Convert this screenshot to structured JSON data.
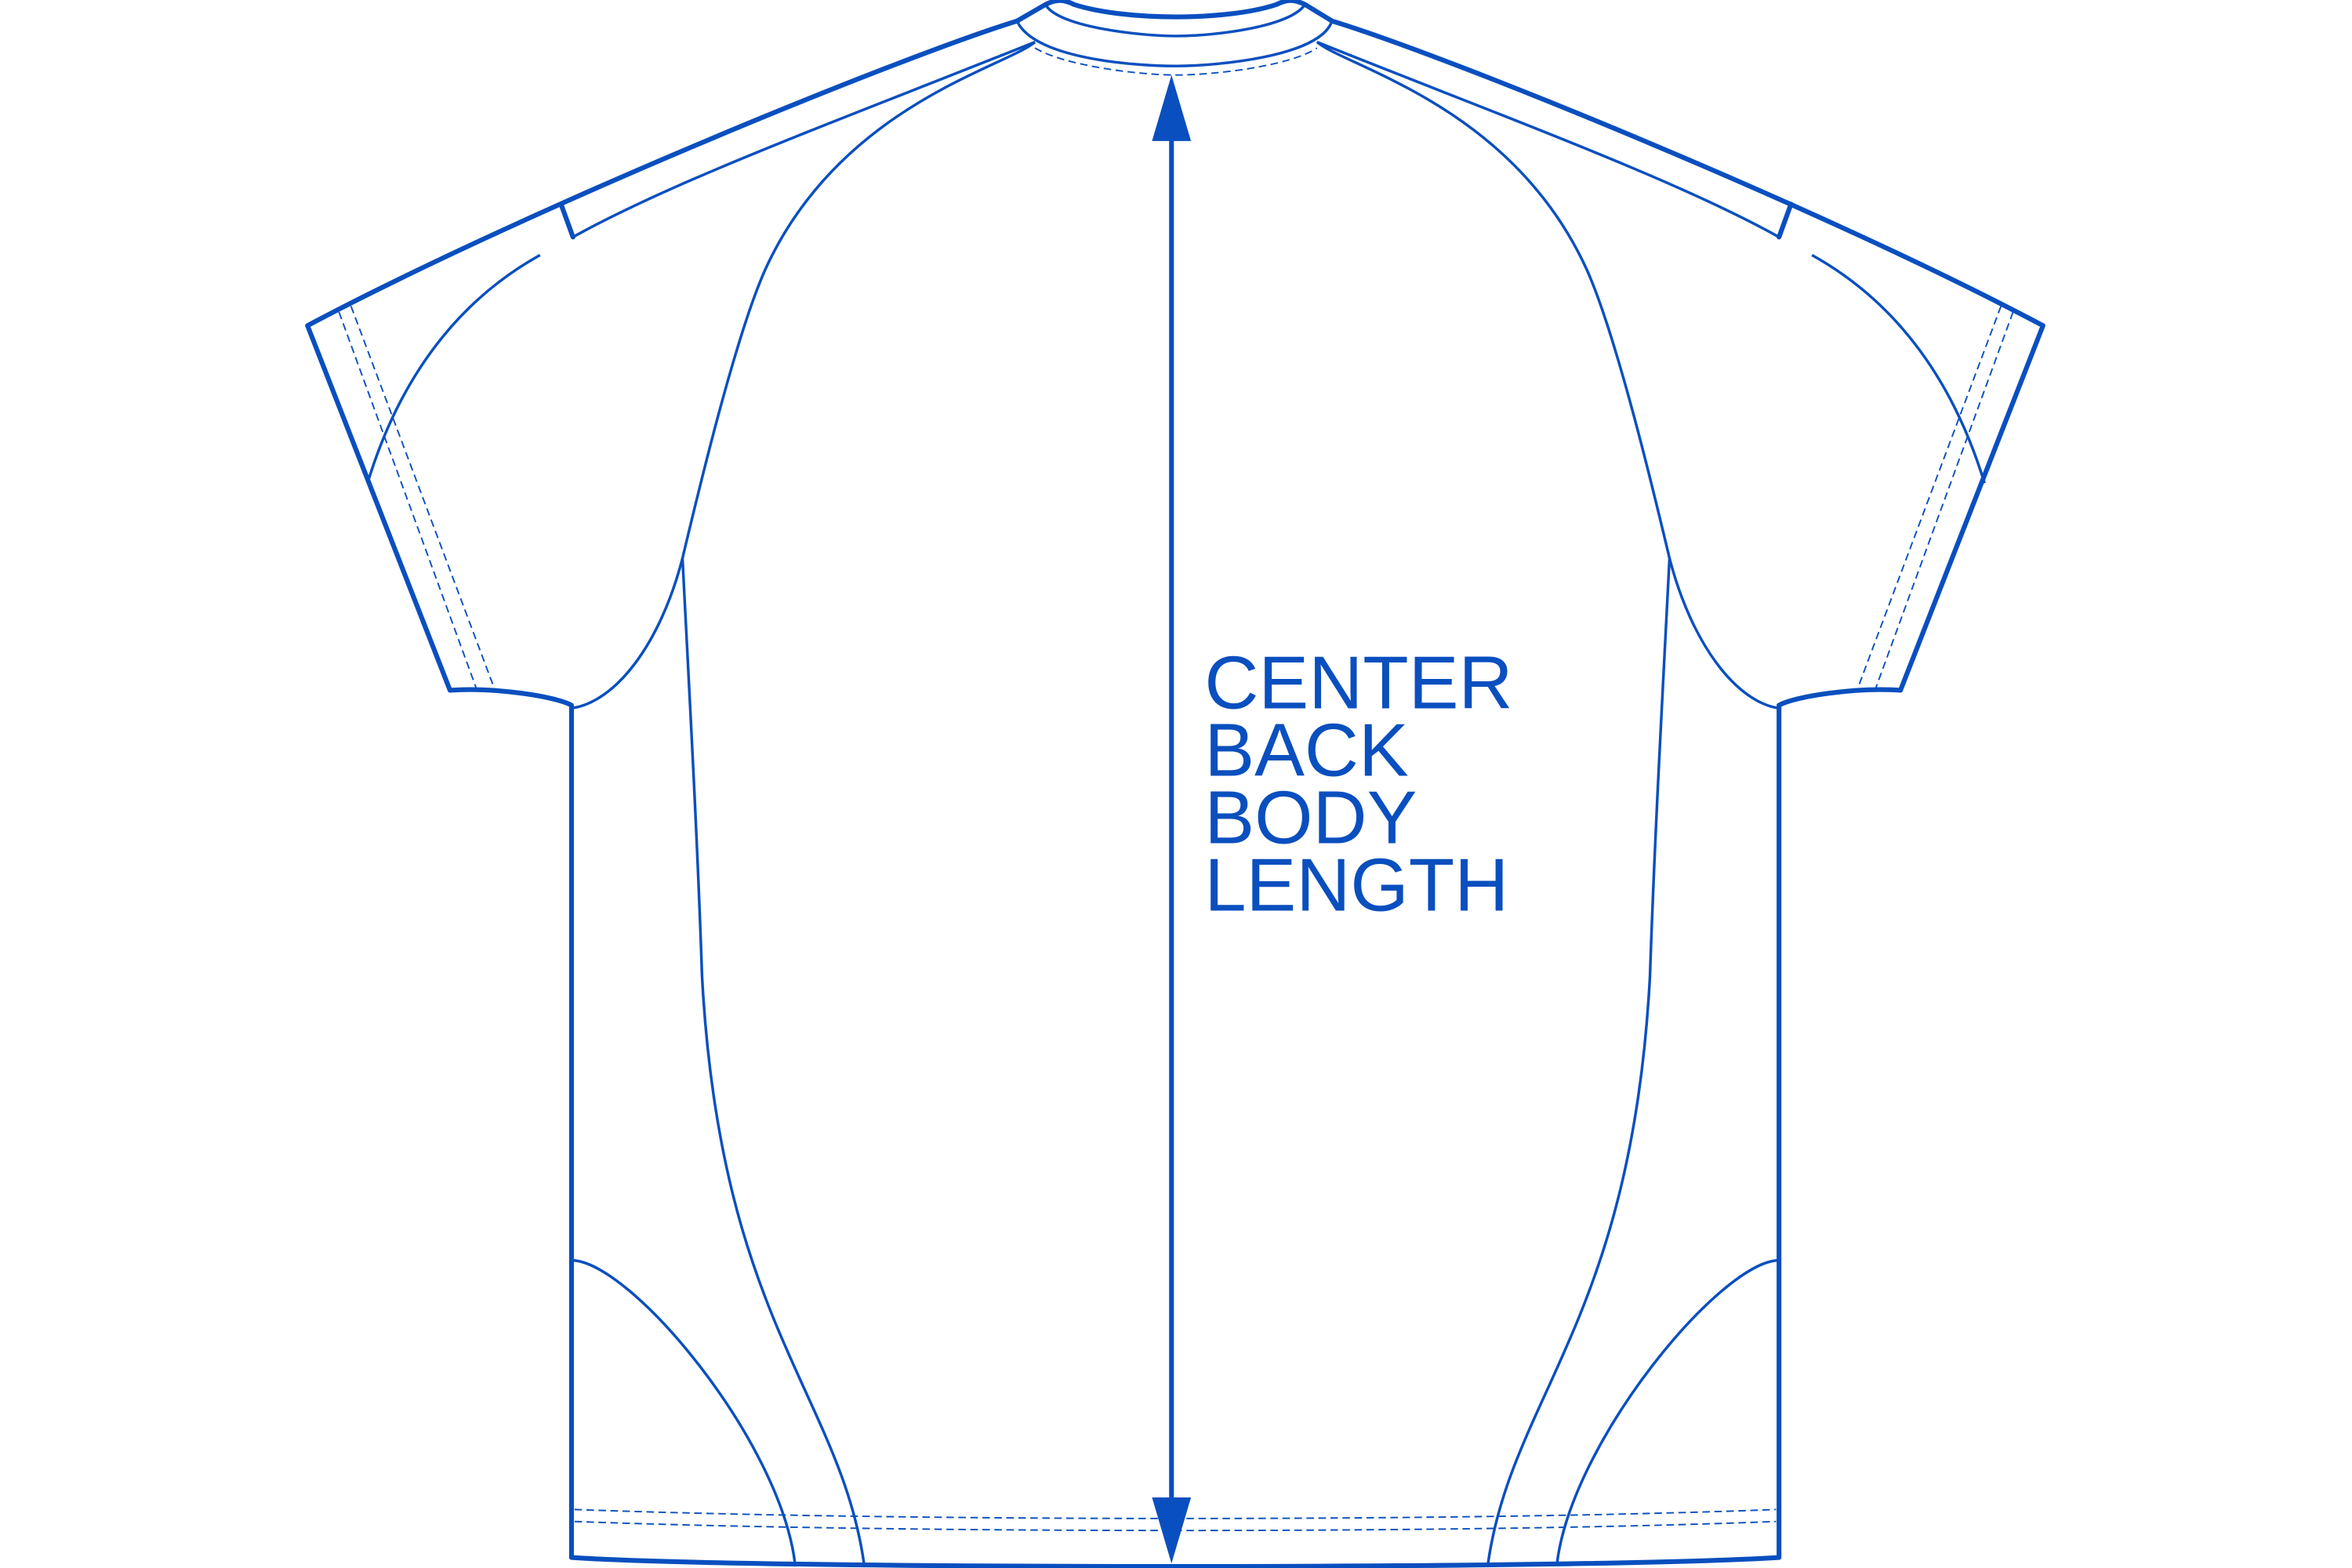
{
  "diagram": {
    "title_lines": [
      "CENTER",
      "BACK",
      "BODY",
      "LENGTH"
    ],
    "accent_color": "#0a4fbf",
    "measurement": "center-back-body-length"
  }
}
